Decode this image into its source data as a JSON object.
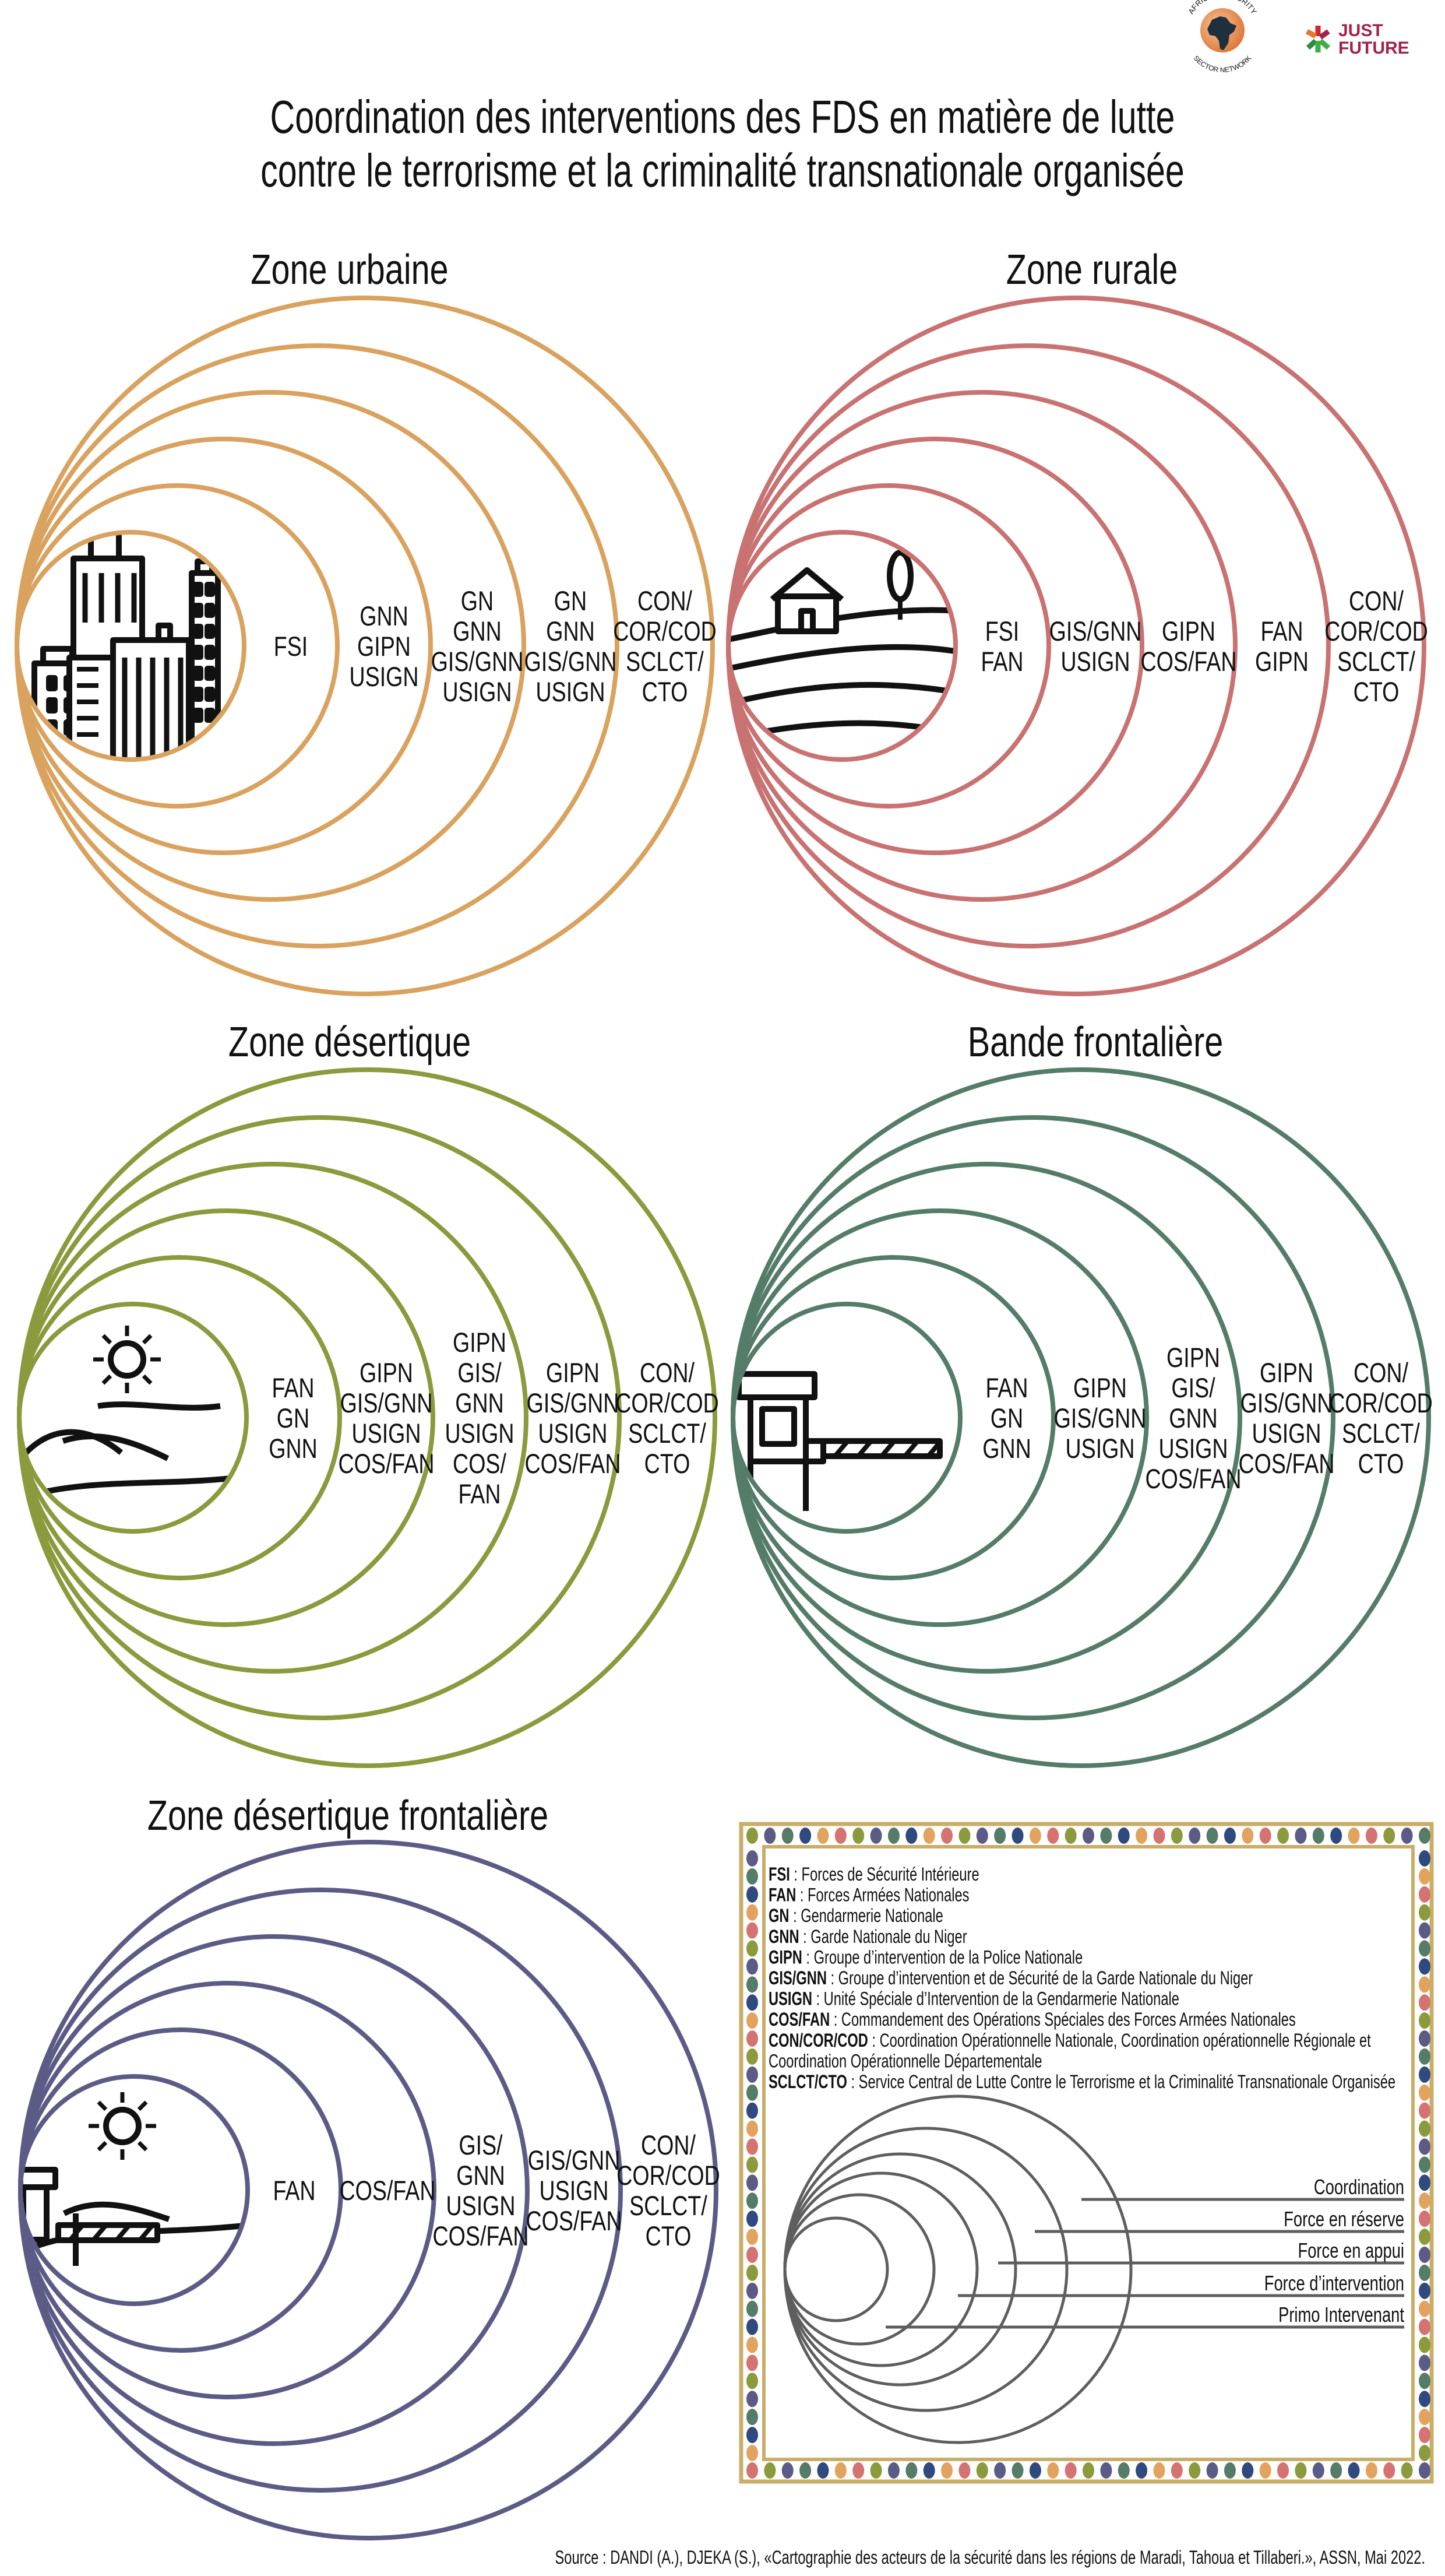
{
  "header": {
    "title_lines": [
      "Coordination des interventions des FDS en matière de lutte",
      "contre le terrorisme et la criminalité transnationale organisée"
    ],
    "logo_assn": {
      "top": "AFRICAN SECURITY",
      "bottom": "SECTOR NETWORK"
    },
    "logo_just_future": {
      "line1": "JUST",
      "line2": "FUTURE"
    }
  },
  "colors": {
    "urbaine": "#D9A25E",
    "rurale": "#C97272",
    "desertique": "#8A9A3C",
    "frontaliere": "#547C68",
    "desertique_frontaliere": "#5C5B86",
    "legend_border": "#C9AE6A",
    "legend_rings": "#5E5E5E",
    "dots": [
      "#8A9A3C",
      "#5C5B86",
      "#547C68",
      "#2E4A7E",
      "#E2A35E",
      "#D57272"
    ]
  },
  "zones": [
    {
      "title": "Zone urbaine",
      "icon": "city-icon",
      "color_key": "urbaine",
      "rings": [
        [
          "FSI"
        ],
        [
          "GNN",
          "GIPN",
          "USIGN"
        ],
        [
          "GN",
          "GNN",
          "GIS/GNN",
          "USIGN"
        ],
        [
          "GN",
          "GNN",
          "GIS/GNN",
          "USIGN"
        ],
        [
          "CON/",
          "COR/COD",
          "SCLCT/",
          "CTO"
        ]
      ]
    },
    {
      "title": "Zone rurale",
      "icon": "house-field-icon",
      "color_key": "rurale",
      "rings": [
        [
          "FSI",
          "FAN"
        ],
        [
          "GIS/GNN",
          "USIGN"
        ],
        [
          "GIPN",
          "COS/FAN"
        ],
        [
          "FAN",
          "GIPN"
        ],
        [
          "CON/",
          "COR/COD",
          "SCLCT/",
          "CTO"
        ]
      ]
    },
    {
      "title": "Zone désertique",
      "icon": "sun-dunes-icon",
      "color_key": "desertique",
      "rings": [
        [
          "FAN",
          "GN",
          "GNN"
        ],
        [
          "GIPN",
          "GIS/GNN",
          "USIGN",
          "COS/FAN"
        ],
        [
          "GIPN",
          "GIS/",
          "GNN",
          "USIGN",
          "COS/",
          "FAN"
        ],
        [
          "GIPN",
          "GIS/GNN",
          "USIGN",
          "COS/FAN"
        ],
        [
          "CON/",
          "COR/COD",
          "SCLCT/",
          "CTO"
        ]
      ]
    },
    {
      "title": "Bande frontalière",
      "icon": "border-barrier-icon",
      "color_key": "frontaliere",
      "rings": [
        [
          "FAN",
          "GN",
          "GNN"
        ],
        [
          "GIPN",
          "GIS/GNN",
          "USIGN"
        ],
        [
          "GIPN",
          "GIS/",
          "GNN",
          "USIGN",
          "COS/FAN"
        ],
        [
          "GIPN",
          "GIS/GNN",
          "USIGN",
          "COS/FAN"
        ],
        [
          "CON/",
          "COR/COD",
          "SCLCT/",
          "CTO"
        ]
      ]
    },
    {
      "title": "Zone désertique frontalière",
      "icon": "desert-border-icon",
      "color_key": "desertique_frontaliere",
      "rings": [
        [
          "FAN"
        ],
        [
          "COS/FAN"
        ],
        [
          "GIS/",
          "GNN",
          "USIGN",
          "COS/FAN"
        ],
        [
          "GIS/GNN",
          "USIGN",
          "COS/FAN"
        ],
        [
          "CON/",
          "COR/COD",
          "SCLCT/",
          "CTO"
        ]
      ]
    }
  ],
  "legend": {
    "definitions": [
      {
        "abbr": "FSI",
        "text": " : Forces de Sécurité Intérieure"
      },
      {
        "abbr": "FAN",
        "text": " : Forces Armées Nationales"
      },
      {
        "abbr": "GN",
        "text": " : Gendarmerie Nationale"
      },
      {
        "abbr": "GNN",
        "text": " : Garde Nationale du Niger"
      },
      {
        "abbr": "GIPN",
        "text": " : Groupe d’intervention de la Police Nationale"
      },
      {
        "abbr": "GIS/GNN",
        "text": " : Groupe d’intervention et de Sécurité de la Garde Nationale du Niger"
      },
      {
        "abbr": "USIGN",
        "text": " : Unité Spéciale d’Intervention de la Gendarmerie Nationale"
      },
      {
        "abbr": "COS/FAN",
        "text": " : Commandement des Opérations Spéciales des Forces Armées Nationales"
      },
      {
        "abbr": "CON/COR/COD",
        "text": " : Coordination Opérationnelle Nationale, Coordination opérationnelle Régionale et",
        "text2": "Coordination Opérationnelle Départementale"
      },
      {
        "abbr": "SCLCT/CTO",
        "text": " : Service Central de Lutte Contre le Terrorisme et la Criminalité Transnationale Organisée"
      }
    ],
    "levels": [
      "Coordination",
      "Force en réserve",
      "Force en appui",
      "Force d’intervention",
      "Primo Intervenant"
    ]
  },
  "source": "Source : DANDI (A.), DJEKA (S.), «Cartographie des acteurs de la sécurité dans les régions de Maradi, Tahoua et Tillaberi.», ASSN, Mai 2022."
}
